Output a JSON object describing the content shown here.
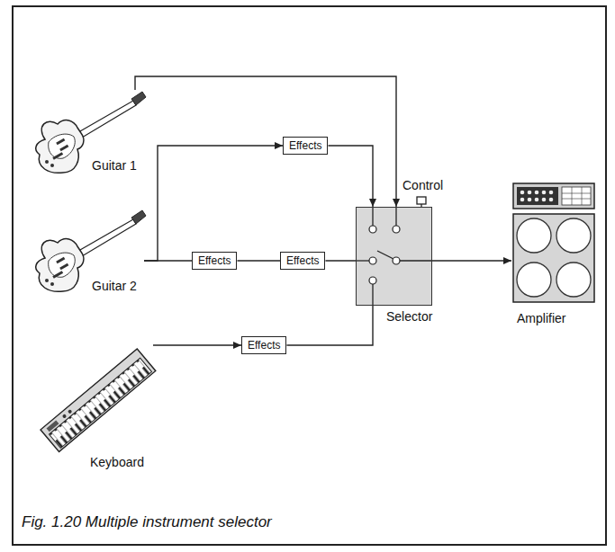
{
  "diagram": {
    "caption": "Fig. 1.20 Multiple instrument selector",
    "nodes": [
      {
        "text": [
          "Guitar 1"
        ]
      },
      {
        "text": [
          "Effects"
        ]
      },
      {
        "text": [
          "Guitar 2"
        ]
      },
      {
        "text": [
          "Effects"
        ]
      },
      {
        "text": [
          "Effects"
        ]
      },
      {
        "text": [
          "Selector"
        ]
      },
      {
        "text": [
          "Amplifier"
        ]
      },
      {
        "text": [
          "Keyboard"
        ]
      },
      {
        "text": [
          "Effects"
        ]
      }
    ],
    "edges": [
      {
        "from": 0,
        "to": 5,
        "arrow": "to"
      },
      {
        "from": 2,
        "to": 1,
        "arrow": "to"
      },
      {
        "from": 2,
        "to": 3,
        "arrow": "none"
      },
      {
        "from": 3,
        "to": 4,
        "arrow": "none"
      },
      {
        "from": 4,
        "to": 5,
        "arrow": "none"
      },
      {
        "from": 1,
        "to": 5,
        "arrow": "to"
      },
      {
        "from": 5,
        "to": 6,
        "arrow": "to"
      },
      {
        "from": 7,
        "to": 8,
        "arrow": "to"
      },
      {
        "from": 8,
        "to": 5,
        "arrow": "none"
      }
    ],
    "labels": [
      "Control"
    ]
  }
}
